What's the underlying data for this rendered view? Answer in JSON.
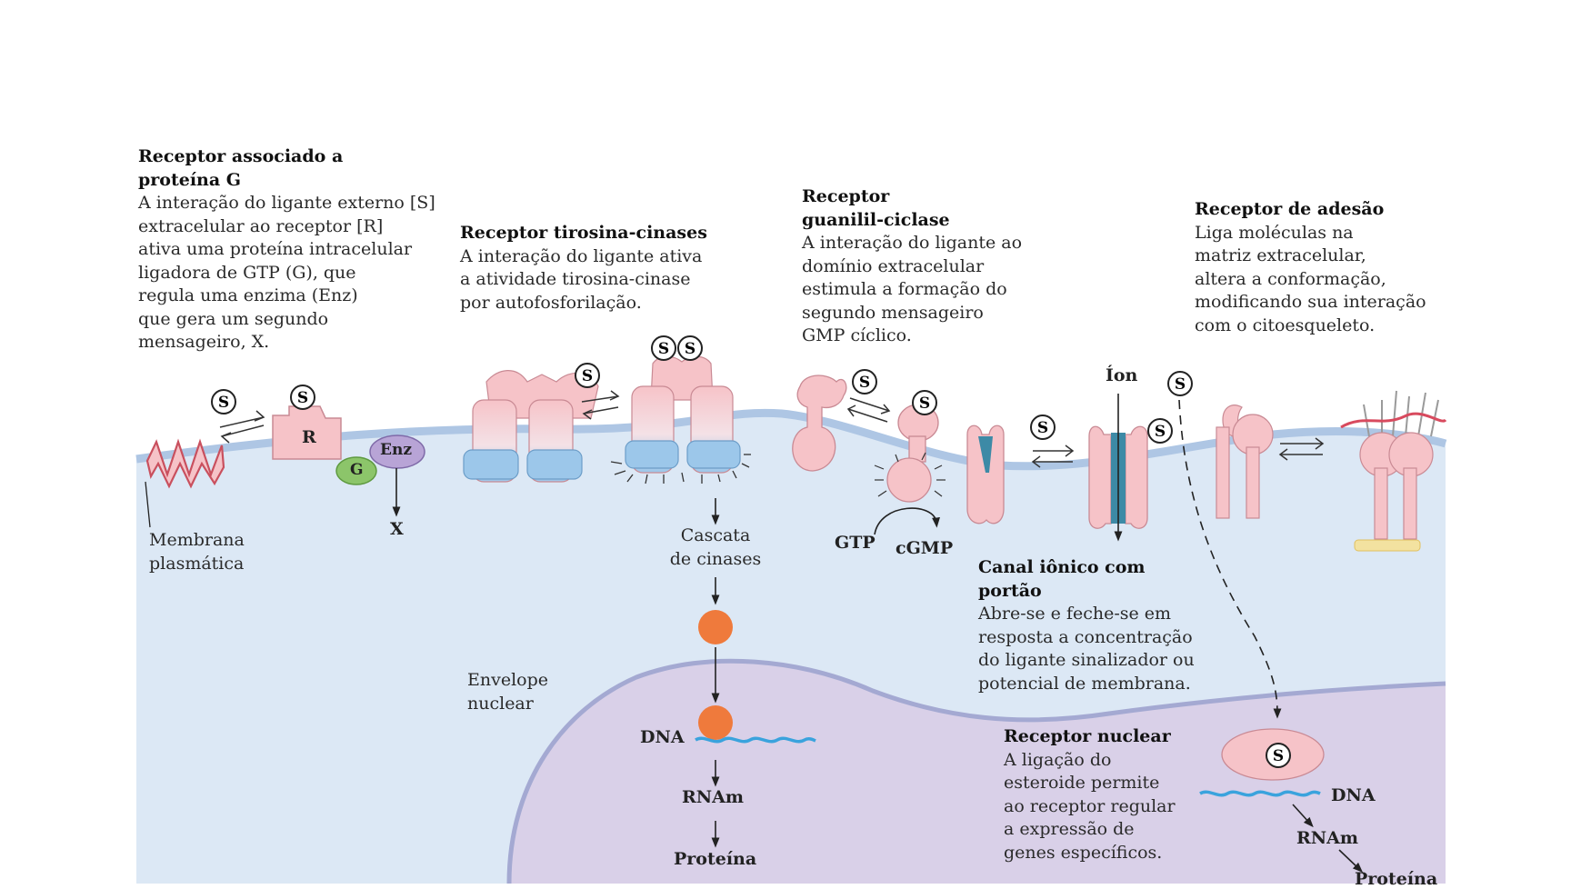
{
  "g_protein": {
    "title": [
      "Receptor associado a",
      "proteína G"
    ],
    "desc": [
      "A interação do ligante externo [S]",
      "extracelular ao receptor [R]",
      "ativa uma proteína intracelular",
      "ligadora de GTP (G), que",
      "regula uma enzima (Enz)",
      "que gera um segundo",
      "mensageiro, X."
    ],
    "label_r": "R",
    "label_g": "G",
    "label_enz": "Enz",
    "label_x": "X"
  },
  "tyrosine": {
    "title": "Receptor tirosina-cinases",
    "desc": [
      "A interação do ligante ativa",
      "a atividade tirosina-cinase",
      "por autofosforilação."
    ],
    "cascade": [
      "Cascata",
      "de cinases"
    ]
  },
  "guanylyl": {
    "title": [
      "Receptor",
      "guanilil-ciclase"
    ],
    "desc": [
      "A interação do ligante ao",
      "domínio extracelular",
      "estimula a formação do",
      "segundo mensageiro",
      "GMP cíclico."
    ],
    "label_gtp": "GTP",
    "label_cgmp": "cGMP"
  },
  "adhesion": {
    "title": "Receptor de adesão",
    "desc": [
      "Liga moléculas na",
      "matriz extracelular,",
      "altera a conformação,",
      "modificando sua interação",
      "com o citoesqueleto."
    ]
  },
  "ion_channel": {
    "ion_label": "Íon",
    "title": [
      "Canal iônico com",
      "portão"
    ],
    "desc": [
      "Abre-se e feche-se em",
      "resposta a concentração",
      "do ligante sinalizador ou",
      "potencial de membrana."
    ]
  },
  "nuclear": {
    "title": "Receptor nuclear",
    "desc": [
      "A ligação do",
      "esteroide permite",
      "ao receptor regular",
      "a expressão de",
      "genes específicos."
    ],
    "dna": "DNA",
    "rnam": "RNAm",
    "protein": "Proteína"
  },
  "membrane_label": [
    "Membrana",
    "plasmática"
  ],
  "envelope_label": [
    "Envelope",
    "nuclear"
  ],
  "center_pathway": {
    "dna": "DNA",
    "rnam": "RNAm",
    "protein": "Proteína"
  },
  "ligand_symbol": "S",
  "colors": {
    "cytoplasm": "#dce8f5",
    "nucleus": "#d9d0e8",
    "membrane": "#aec6e4",
    "receptor_pink": "#f6c3c8",
    "receptor_outline": "#c98a94",
    "g_protein_green": "#8cc56a",
    "enz_purple": "#b8a4d6",
    "kinase_orange": "#ef7a3c",
    "dna_blue": "#3aa3dd",
    "channel_teal": "#3d8aa6",
    "matrix_red": "#d84a5e",
    "cytoskeleton_yellow": "#f3e2a0"
  }
}
